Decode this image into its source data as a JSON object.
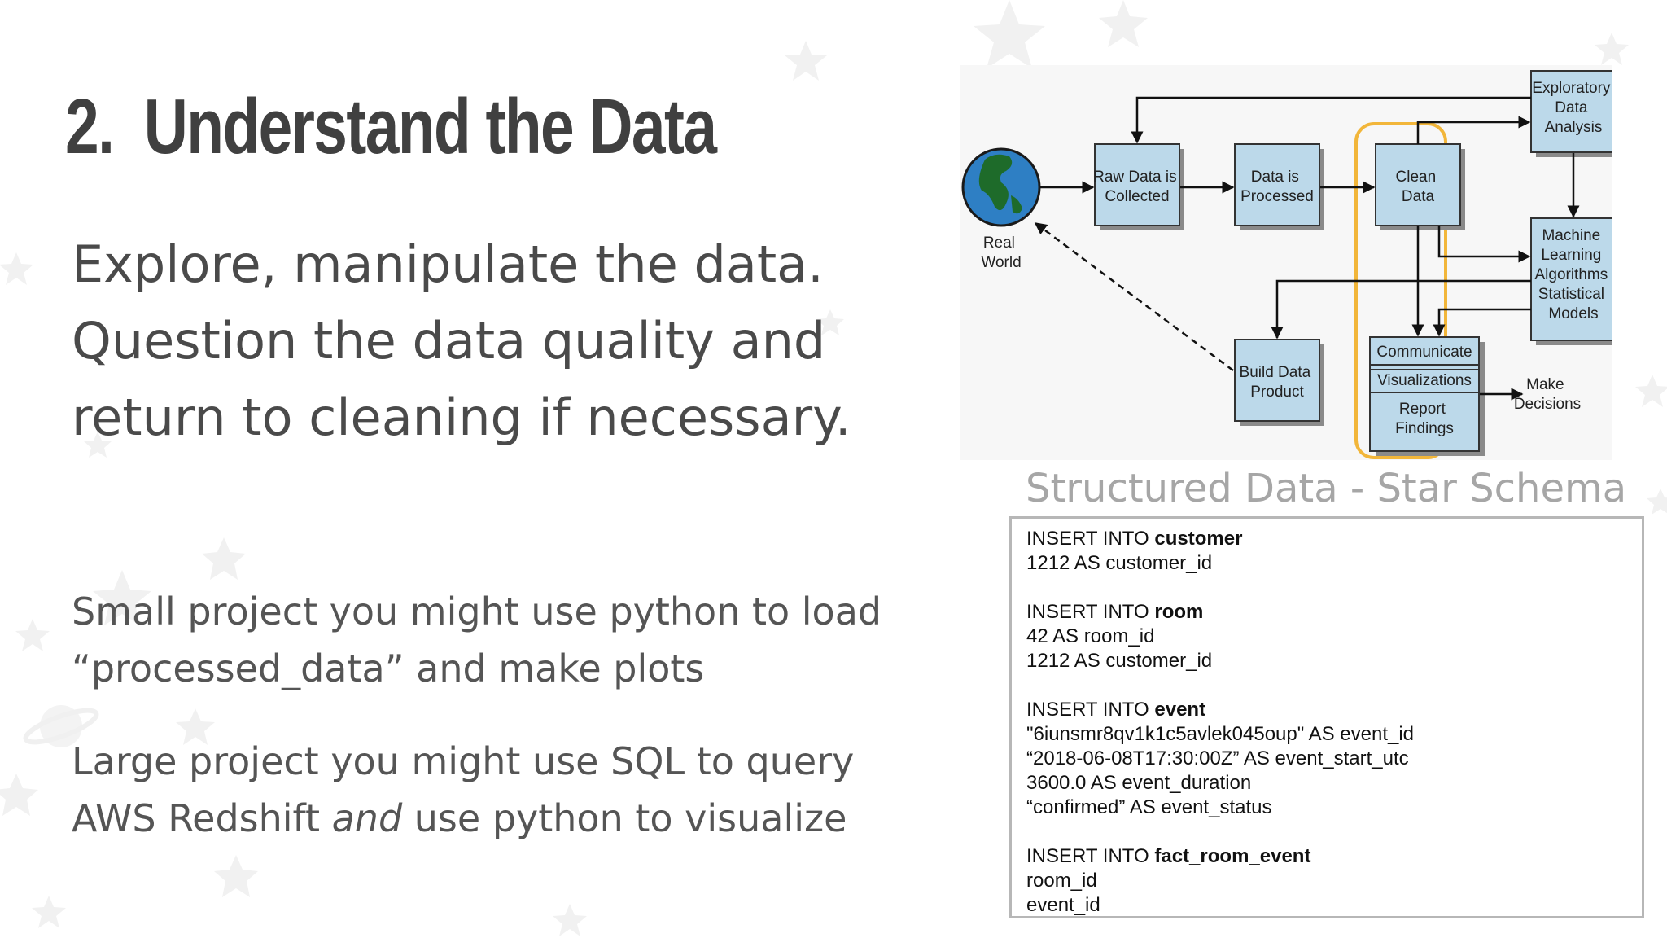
{
  "slide": {
    "title_number": "2.",
    "title_text": "Understand the Data",
    "subtitle_lines": [
      "Explore, manipulate the data.",
      "Question the data quality and",
      "return to cleaning if necessary."
    ],
    "small_project_lines": [
      "Small project you might use python to load",
      "“processed_data” and make plots"
    ],
    "large_project": {
      "line1": "Large project you might use SQL to query",
      "line2_a": "AWS Redshift ",
      "line2_b": "and",
      "line2_c": " use python to visualize"
    }
  },
  "diagram": {
    "real_world": [
      "Real",
      "World"
    ],
    "raw_data": [
      "Raw Data is",
      "Collected"
    ],
    "processed": [
      "Data is",
      "Processed"
    ],
    "clean": [
      "Clean",
      "Data"
    ],
    "eda": [
      "Exploratory",
      "Data",
      "Analysis"
    ],
    "ml": [
      "Machine",
      "Learning",
      "Algorithms",
      "Statistical",
      "Models"
    ],
    "build": [
      "Build Data",
      "Product"
    ],
    "communicate": "Communicate",
    "visualizations": "Visualizations",
    "report": [
      "Report",
      "Findings"
    ],
    "make": [
      "Make",
      "Decisions"
    ],
    "colors": {
      "box_fill": "#bcd9ea",
      "highlight": "#f2b63a",
      "globe_water": "#2e7fc4",
      "globe_land": "#1e6b2a"
    }
  },
  "schema": {
    "title": "Structured Data - Star Schema",
    "blocks": [
      {
        "prefix": "INSERT INTO ",
        "table": "customer",
        "lines": [
          "1212 AS customer_id"
        ]
      },
      {
        "prefix": "INSERT INTO ",
        "table": "room",
        "lines": [
          "42 AS room_id",
          "1212 AS customer_id"
        ]
      },
      {
        "prefix": "INSERT INTO ",
        "table": "event",
        "lines": [
          "\"6iunsmr8qv1k1c5avlek045oup\" AS event_id",
          "“2018-06-08T17:30:00Z” AS event_start_utc",
          "3600.0 AS event_duration",
          "“confirmed” AS event_status"
        ]
      },
      {
        "prefix": "INSERT INTO ",
        "table": "fact_room_event",
        "lines": [
          "room_id",
          "event_id"
        ]
      }
    ]
  }
}
